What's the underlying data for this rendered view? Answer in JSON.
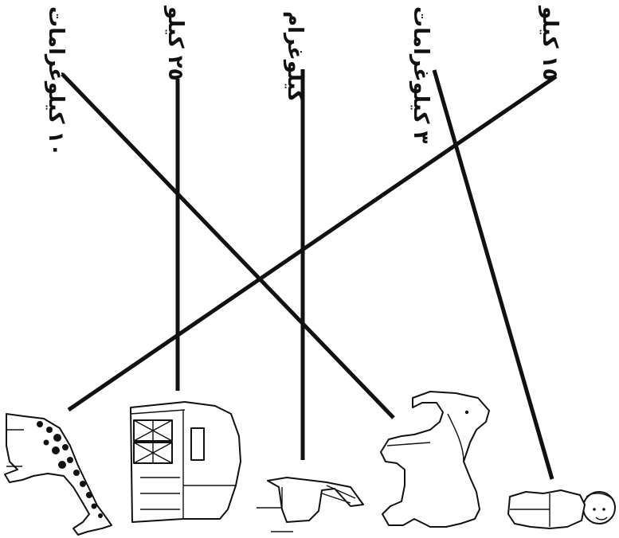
{
  "labels": [
    {
      "id": "label-1",
      "text": "١٠ كيلوغرامات"
    },
    {
      "id": "label-2",
      "text": "٢٥ كيلو"
    },
    {
      "id": "label-3",
      "text": "كيلوغرام"
    },
    {
      "id": "label-4",
      "text": "٣ كيلوغرامات"
    },
    {
      "id": "label-5",
      "text": "١٥ كيلو"
    }
  ],
  "pictures": [
    {
      "id": "giraffe",
      "icon": "giraffe-icon"
    },
    {
      "id": "barn",
      "icon": "barn-icon"
    },
    {
      "id": "chair",
      "icon": "chair-icon"
    },
    {
      "id": "elephant",
      "icon": "elephant-icon"
    },
    {
      "id": "boy",
      "icon": "boy-icon"
    }
  ],
  "connections": [
    {
      "from": "label-1",
      "to": "elephant"
    },
    {
      "from": "label-2",
      "to": "barn"
    },
    {
      "from": "label-3",
      "to": "chair"
    },
    {
      "from": "label-4",
      "to": "boy"
    },
    {
      "from": "label-5",
      "to": "giraffe"
    }
  ]
}
